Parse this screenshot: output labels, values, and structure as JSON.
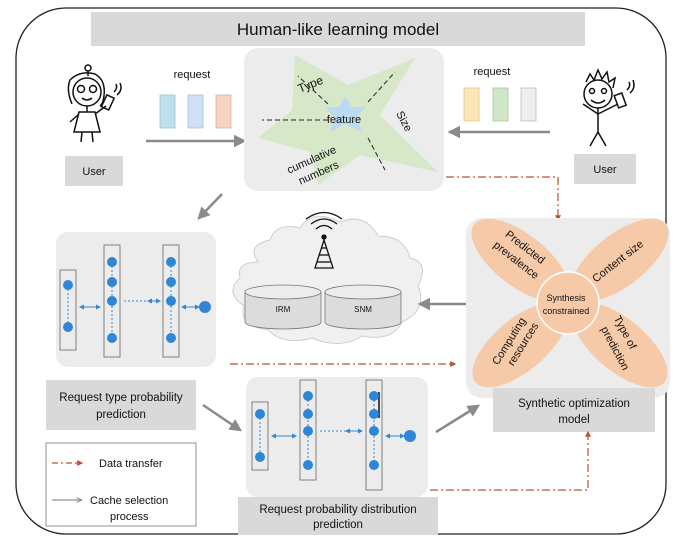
{
  "title": "Human-like learning model",
  "users": {
    "left": {
      "label": "User",
      "request_label": "request"
    },
    "right": {
      "label": "User",
      "request_label": "request"
    }
  },
  "feature_star": {
    "center": "feature",
    "type": "Type",
    "size": "Size",
    "cumulative": "cumulative",
    "numbers": "numbers"
  },
  "cloud": {
    "irm": "IRM",
    "snm": "SNM"
  },
  "type_prediction": {
    "line1": "Request type probability",
    "line2": "prediction"
  },
  "distribution_prediction": {
    "line1": "Request probability distribution",
    "line2": "prediction"
  },
  "optimization": {
    "center_line1": "Synthesis",
    "center_line2": "constrained",
    "petal_predicted_1": "Predicted",
    "petal_predicted_2": "prevalence",
    "petal_content": "Content size",
    "petal_computing_1": "Computing",
    "petal_computing_2": "resources",
    "petal_type_1": "Type of",
    "petal_type_2": "prediction",
    "label_line1": "Synthetic optimization",
    "label_line2": "model"
  },
  "legend": {
    "data_transfer": "Data transfer",
    "cache_line1": "Cache selection",
    "cache_line2": "process"
  },
  "colors": {
    "accent_orange": "#c0502a",
    "star_green": "#d6e8c8",
    "star_blue": "#bcd9f2",
    "petal": "#f6c9a8",
    "node_blue": "#2f86d6",
    "panel": "#ececec",
    "request_cards": [
      "#bfe0ea",
      "#cfe0f4",
      "#f6d4c4",
      "#fbe6b8",
      "#cfe7c7",
      "#eeeeee"
    ]
  },
  "icons": [
    "girl-user-icon",
    "boy-user-icon",
    "antenna-tower-icon",
    "database-icon"
  ]
}
